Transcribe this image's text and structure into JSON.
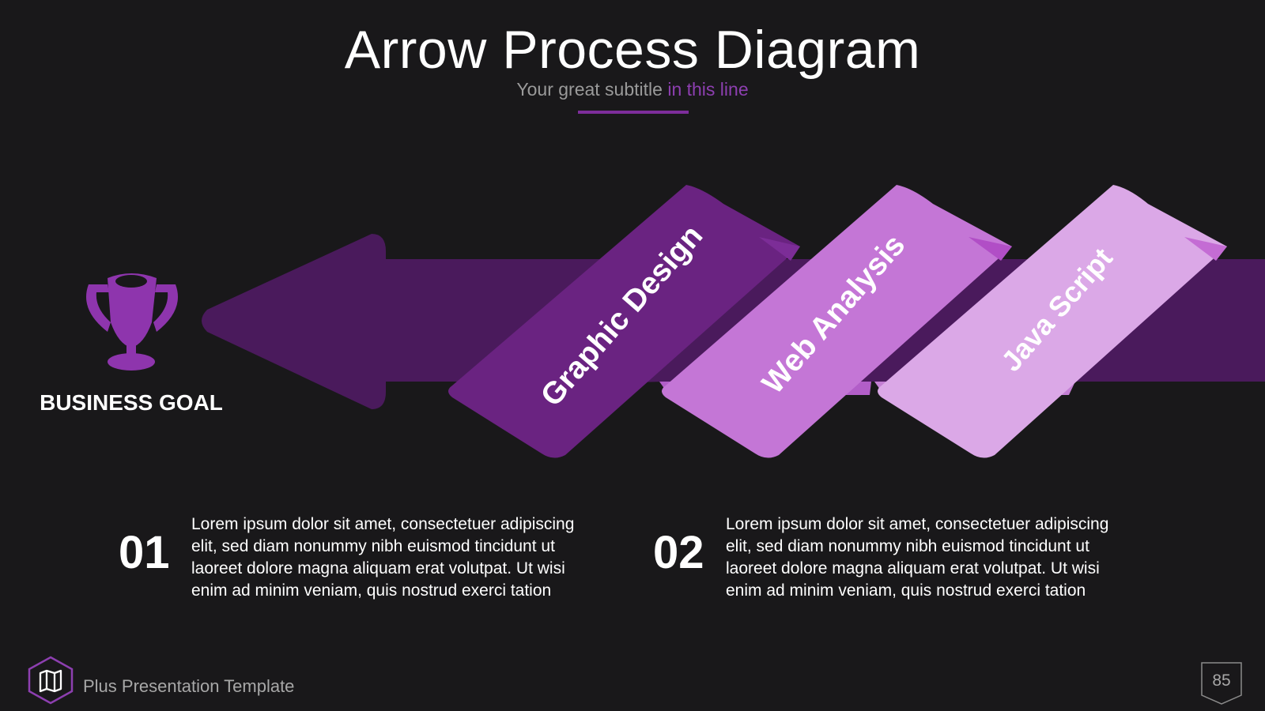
{
  "slide": {
    "title": "Arrow Process Diagram",
    "subtitle_main": "Your great subtitle ",
    "subtitle_accent": "in this line"
  },
  "diagram": {
    "goal": {
      "label": "BUSINESS GOAL",
      "icon": "trophy-icon"
    },
    "ribbons": [
      {
        "label": "Graphic Design",
        "color": "#6a2381"
      },
      {
        "label": "Web Analysis",
        "color": "#c476d6"
      },
      {
        "label": "Java Script",
        "color": "#dba8e7"
      }
    ],
    "arrow_color": "#4a1a5c"
  },
  "steps": [
    {
      "number": "01",
      "text": "Lorem ipsum dolor sit amet, consectetuer adipiscing elit, sed diam nonummy nibh euismod tincidunt ut laoreet dolore magna aliquam erat volutpat. Ut wisi enim ad minim veniam, quis nostrud exerci tation"
    },
    {
      "number": "02",
      "text": "Lorem ipsum dolor sit amet, consectetuer adipiscing elit, sed diam nonummy nibh euismod tincidunt ut laoreet dolore magna aliquam erat volutpat. Ut wisi enim ad minim veniam, quis nostrud exerci tation"
    }
  ],
  "footer": {
    "brand": "Plus Presentation Template",
    "brand_icon": "map-icon",
    "page_number": "85"
  },
  "colors": {
    "accent": "#8d3fb0",
    "background": "#19181a"
  }
}
